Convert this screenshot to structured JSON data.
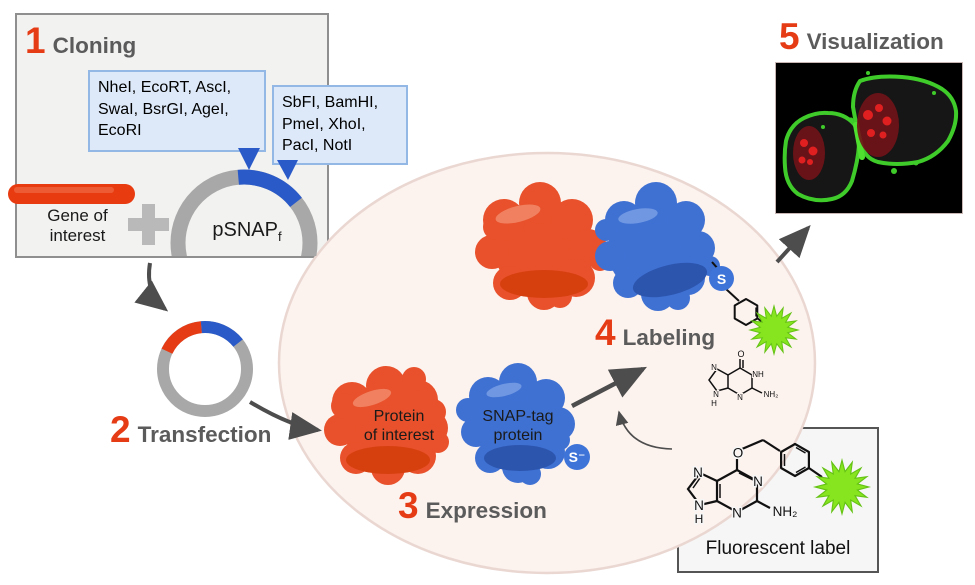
{
  "colors": {
    "accent_red": "#e63c16",
    "heading_gray": "#5b5b5b",
    "plasmid_gray": "#a8a8a8",
    "insert_blue": "#2a5ac8",
    "blob_orange": "#e8512b",
    "blob_blue": "#3f71d3",
    "cell_fill": "#fcf2ee",
    "fluor_green": "#86e51f"
  },
  "steps": {
    "one": {
      "num": "1",
      "label": "Cloning"
    },
    "two": {
      "num": "2",
      "label": "Transfection"
    },
    "three": {
      "num": "3",
      "label": "Expression"
    },
    "four": {
      "num": "4",
      "label": "Labeling"
    },
    "five": {
      "num": "5",
      "label": "Visualization"
    }
  },
  "cloning": {
    "enzymes_left": [
      "NheI, EcoRT, AscI,",
      "SwaI, BsrGI, AgeI,",
      "EcoRI"
    ],
    "enzymes_right": [
      "SbFI, BamHI,",
      "PmeI, XhoI,",
      "PacI, NotI"
    ],
    "gene": [
      "Gene of",
      "interest"
    ],
    "plasmid": "pSNAP",
    "plasmid_sub": "f"
  },
  "expression": {
    "protein": [
      "Protein",
      "of interest"
    ],
    "snap": [
      "SNAP-tag",
      "protein"
    ],
    "thiolate": "S⁻"
  },
  "labeling": {
    "sulfur": "S"
  },
  "fluorescent": {
    "caption": "Fluorescent label"
  },
  "atoms": {
    "o": "O",
    "n": "N",
    "h": "H",
    "nh": "NH",
    "nh2": "NH₂"
  }
}
